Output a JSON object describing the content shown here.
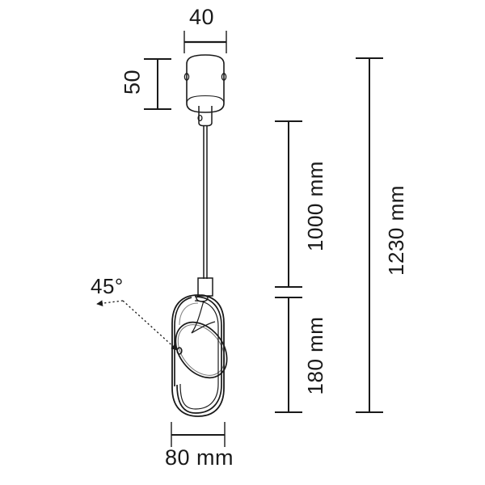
{
  "drawing": {
    "title": "Pendant Lamp Dimensioned Technical Drawing",
    "units": "mm",
    "line_color": "#1a1a1a",
    "background_color": "#ffffff",
    "text_color": "#1a1a1a"
  },
  "dimensions": {
    "canopy_width": {
      "value": "40",
      "label": "40",
      "orientation": "horizontal",
      "location": "top"
    },
    "canopy_height": {
      "value": "50",
      "label": "50",
      "orientation": "vertical-rotated",
      "location": "upper-left"
    },
    "suspension_drop": {
      "value": "1000 mm",
      "label": "1000 mm",
      "orientation": "vertical-rotated",
      "location": "right-inner-upper"
    },
    "shade_height": {
      "value": "180 mm",
      "label": "180 mm",
      "orientation": "vertical-rotated",
      "location": "right-inner-lower"
    },
    "total_height": {
      "value": "1230 mm",
      "label": "1230 mm",
      "orientation": "vertical-rotated",
      "location": "right-outer"
    },
    "shade_width": {
      "value": "80 mm",
      "label": "80 mm",
      "orientation": "horizontal",
      "location": "bottom"
    },
    "tilt_angle": {
      "value": "45°",
      "label": "45°",
      "orientation": "horizontal",
      "location": "left-of-shade",
      "annotation_type": "adjustable-tilt-callout"
    }
  },
  "parts": {
    "canopy": "ceiling-canopy-cylinder",
    "cord": "suspension-cord",
    "cord_grip": "cord-grip-connector",
    "shade_body": "capsule-outer-shade",
    "shade_ring": "rotating-inner-ring",
    "pivot": "tilt-pivot-screw"
  }
}
